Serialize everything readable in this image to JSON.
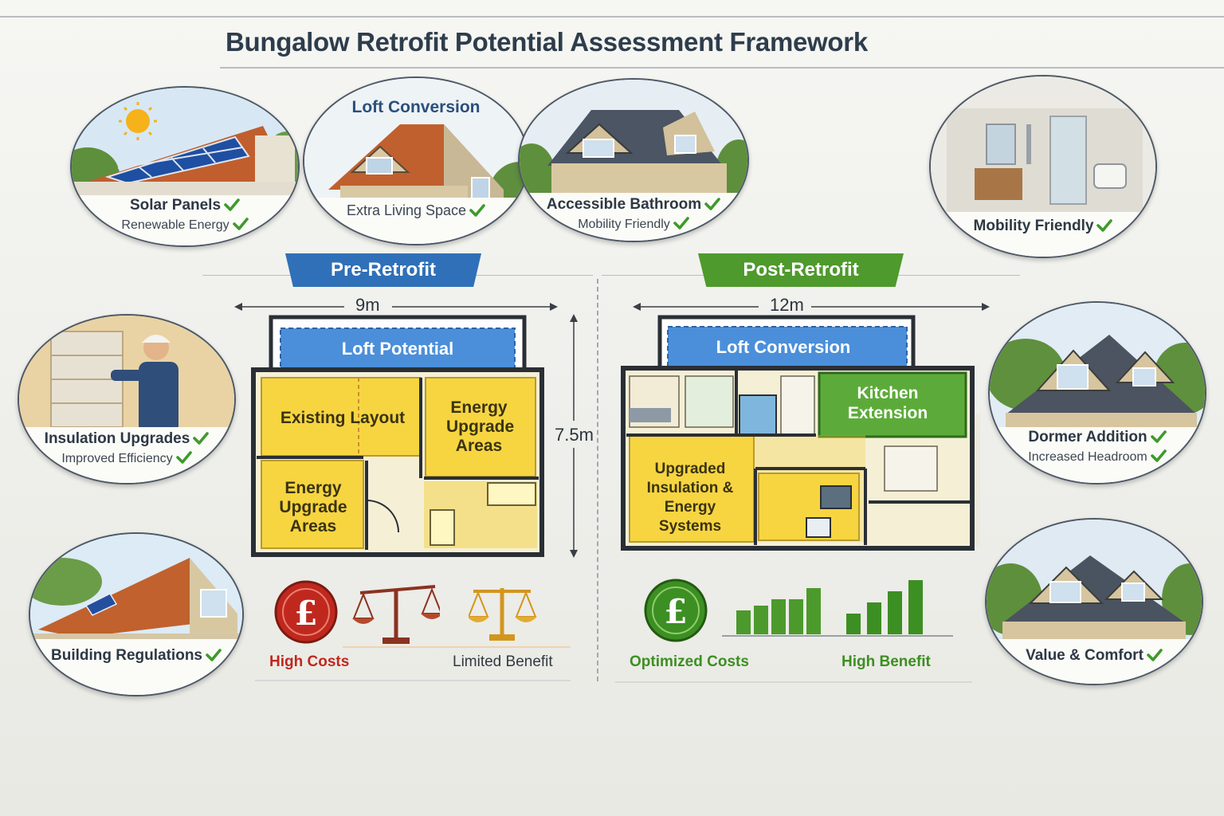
{
  "title": "Bungalow Retrofit Potential Assessment Framework",
  "colors": {
    "pre_banner": "#2f70b8",
    "post_banner": "#4e9a2c",
    "plan_yellow": "#f7d541",
    "loft_blue": "#4b8fda",
    "kitchen_green": "#5cab3a",
    "high_costs_red": "#c0281e",
    "high_benefit_green": "#3c8f22",
    "check_green": "#3e9a2a"
  },
  "vignettes": {
    "solar_panels": {
      "label": "Solar Panels",
      "sub": "Renewable Energy",
      "icon": "solar-panel-roof-icon"
    },
    "loft_conversion": {
      "title": "Loft Conversion",
      "sub": "Extra Living Space",
      "icon": "loft-house-icon"
    },
    "accessible_bathroom": {
      "label": "Accessible Bathroom",
      "sub": "Mobility Friendly",
      "icon": "house-icon"
    },
    "mobility_friendly": {
      "label": "Mobility Friendly",
      "icon": "bathroom-icon"
    },
    "insulation_upgrades": {
      "label": "Insulation Upgrades",
      "sub": "Improved Efficiency",
      "icon": "worker-icon"
    },
    "building_regulations": {
      "label": "Building Regulations",
      "icon": "roof-icon"
    },
    "dormer_addition": {
      "label": "Dormer Addition",
      "sub": "Increased Headroom",
      "icon": "dormer-house-icon"
    },
    "value_comfort": {
      "label": "Value & Comfort",
      "icon": "house-icon"
    }
  },
  "pre": {
    "banner": "Pre-Retrofit",
    "width_label": "9m",
    "depth_label": "7.5m",
    "loft": "Loft Potential",
    "rooms": {
      "existing": "Existing Layout",
      "energy_right": "Energy Upgrade Areas",
      "energy_left": "Energy Upgrade Areas"
    },
    "outcomes": {
      "cost": "High Costs",
      "benefit": "Limited Benefit"
    },
    "cost_symbol": "£"
  },
  "post": {
    "banner": "Post-Retrofit",
    "width_label": "12m",
    "loft": "Loft Conversion",
    "kitchen": "Kitchen Extension",
    "upgraded": "Upgraded Insulation & Energy Systems",
    "outcomes": {
      "cost": "Optimized Costs",
      "benefit": "High Benefit"
    },
    "cost_symbol": "£"
  }
}
